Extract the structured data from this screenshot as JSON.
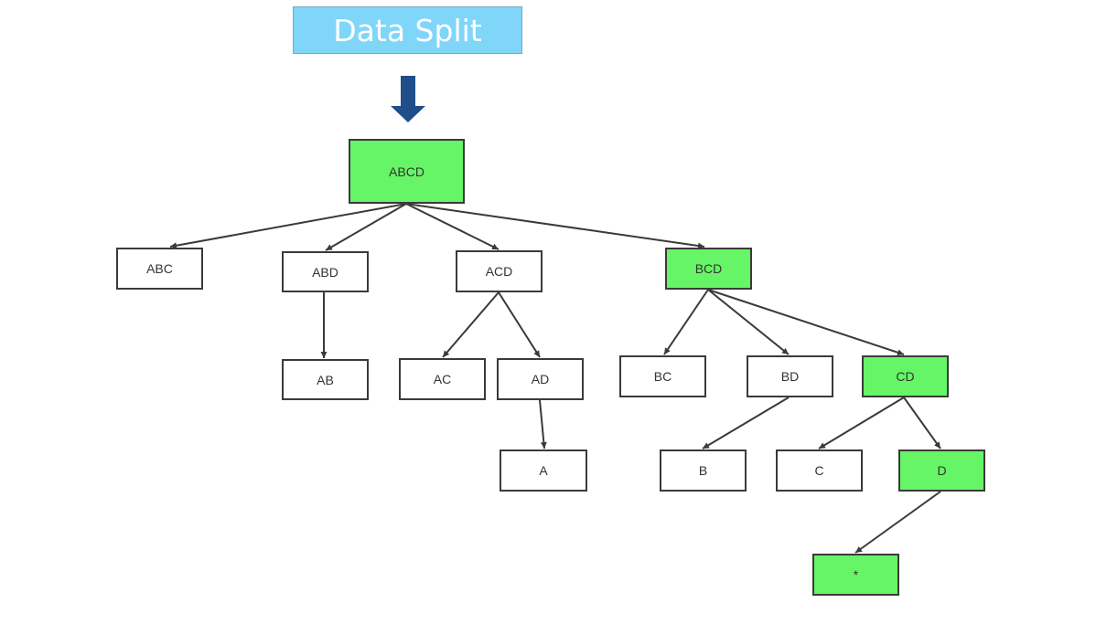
{
  "title": "Data Split",
  "colors": {
    "highlight": "#66f566",
    "title_bg": "#7fd6f9",
    "down_arrow": "#1f4e8a",
    "edge": "#3a3a3a"
  },
  "nodes": [
    {
      "id": "ABCD",
      "label": "ABCD",
      "highlighted": true
    },
    {
      "id": "ABC",
      "label": "ABC",
      "highlighted": false
    },
    {
      "id": "ABD",
      "label": "ABD",
      "highlighted": false
    },
    {
      "id": "ACD",
      "label": "ACD",
      "highlighted": false
    },
    {
      "id": "BCD",
      "label": "BCD",
      "highlighted": true
    },
    {
      "id": "AB",
      "label": "AB",
      "highlighted": false
    },
    {
      "id": "AC",
      "label": "AC",
      "highlighted": false
    },
    {
      "id": "AD",
      "label": "AD",
      "highlighted": false
    },
    {
      "id": "BC",
      "label": "BC",
      "highlighted": false
    },
    {
      "id": "BD",
      "label": "BD",
      "highlighted": false
    },
    {
      "id": "CD",
      "label": "CD",
      "highlighted": true
    },
    {
      "id": "A",
      "label": "A",
      "highlighted": false
    },
    {
      "id": "B",
      "label": "B",
      "highlighted": false
    },
    {
      "id": "C",
      "label": "C",
      "highlighted": false
    },
    {
      "id": "D",
      "label": "D",
      "highlighted": true
    },
    {
      "id": "STAR",
      "label": "*",
      "highlighted": true
    }
  ],
  "edges": [
    [
      "ABCD",
      "ABC"
    ],
    [
      "ABCD",
      "ABD"
    ],
    [
      "ABCD",
      "ACD"
    ],
    [
      "ABCD",
      "BCD"
    ],
    [
      "ABD",
      "AB"
    ],
    [
      "ACD",
      "AC"
    ],
    [
      "ACD",
      "AD"
    ],
    [
      "AD",
      "A"
    ],
    [
      "BCD",
      "BC"
    ],
    [
      "BCD",
      "BD"
    ],
    [
      "BCD",
      "CD"
    ],
    [
      "BD",
      "B"
    ],
    [
      "CD",
      "C"
    ],
    [
      "CD",
      "D"
    ],
    [
      "D",
      "STAR"
    ]
  ]
}
